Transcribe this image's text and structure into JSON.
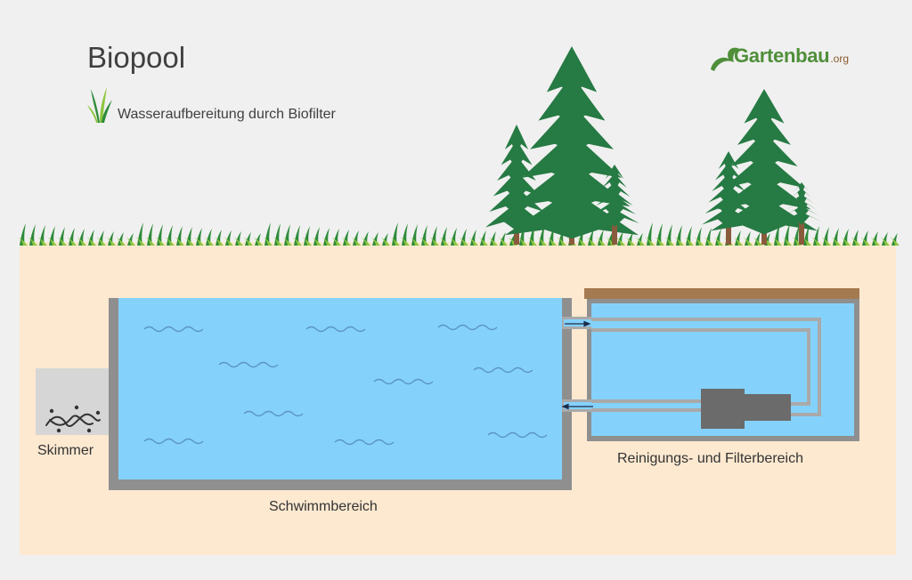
{
  "diagram": {
    "title": "Biopool",
    "subtitle": "Wasseraufbereitung durch  Biofilter",
    "logo": {
      "text_main": "Gartenbau",
      "text_suffix": ".org"
    },
    "labels": {
      "skimmer": "Skimmer",
      "swimming_area": "Schwimmbereich",
      "filter_area": "Reinigungs- und Filterbereich"
    },
    "icons": [
      "grass-sprig-icon",
      "logo-leaf-icon",
      "tree-icon",
      "pump-icon",
      "flow-arrow-icon"
    ],
    "colors": {
      "background": "#f0f0f0",
      "soil": "#fde9d0",
      "water": "#84d2fb",
      "wave": "#5b95c2",
      "wall": "#8f8f8f",
      "skimmer_box": "#d6d6d6",
      "lid": "#a47a51",
      "pump": "#6b6b6b",
      "grass_light": "#8dc63f",
      "grass_dark": "#2e8b3a",
      "tree": "#267a43",
      "trunk": "#8a5a3c",
      "logo_green": "#4f8f3a",
      "logo_brown": "#8a5a2b"
    }
  }
}
